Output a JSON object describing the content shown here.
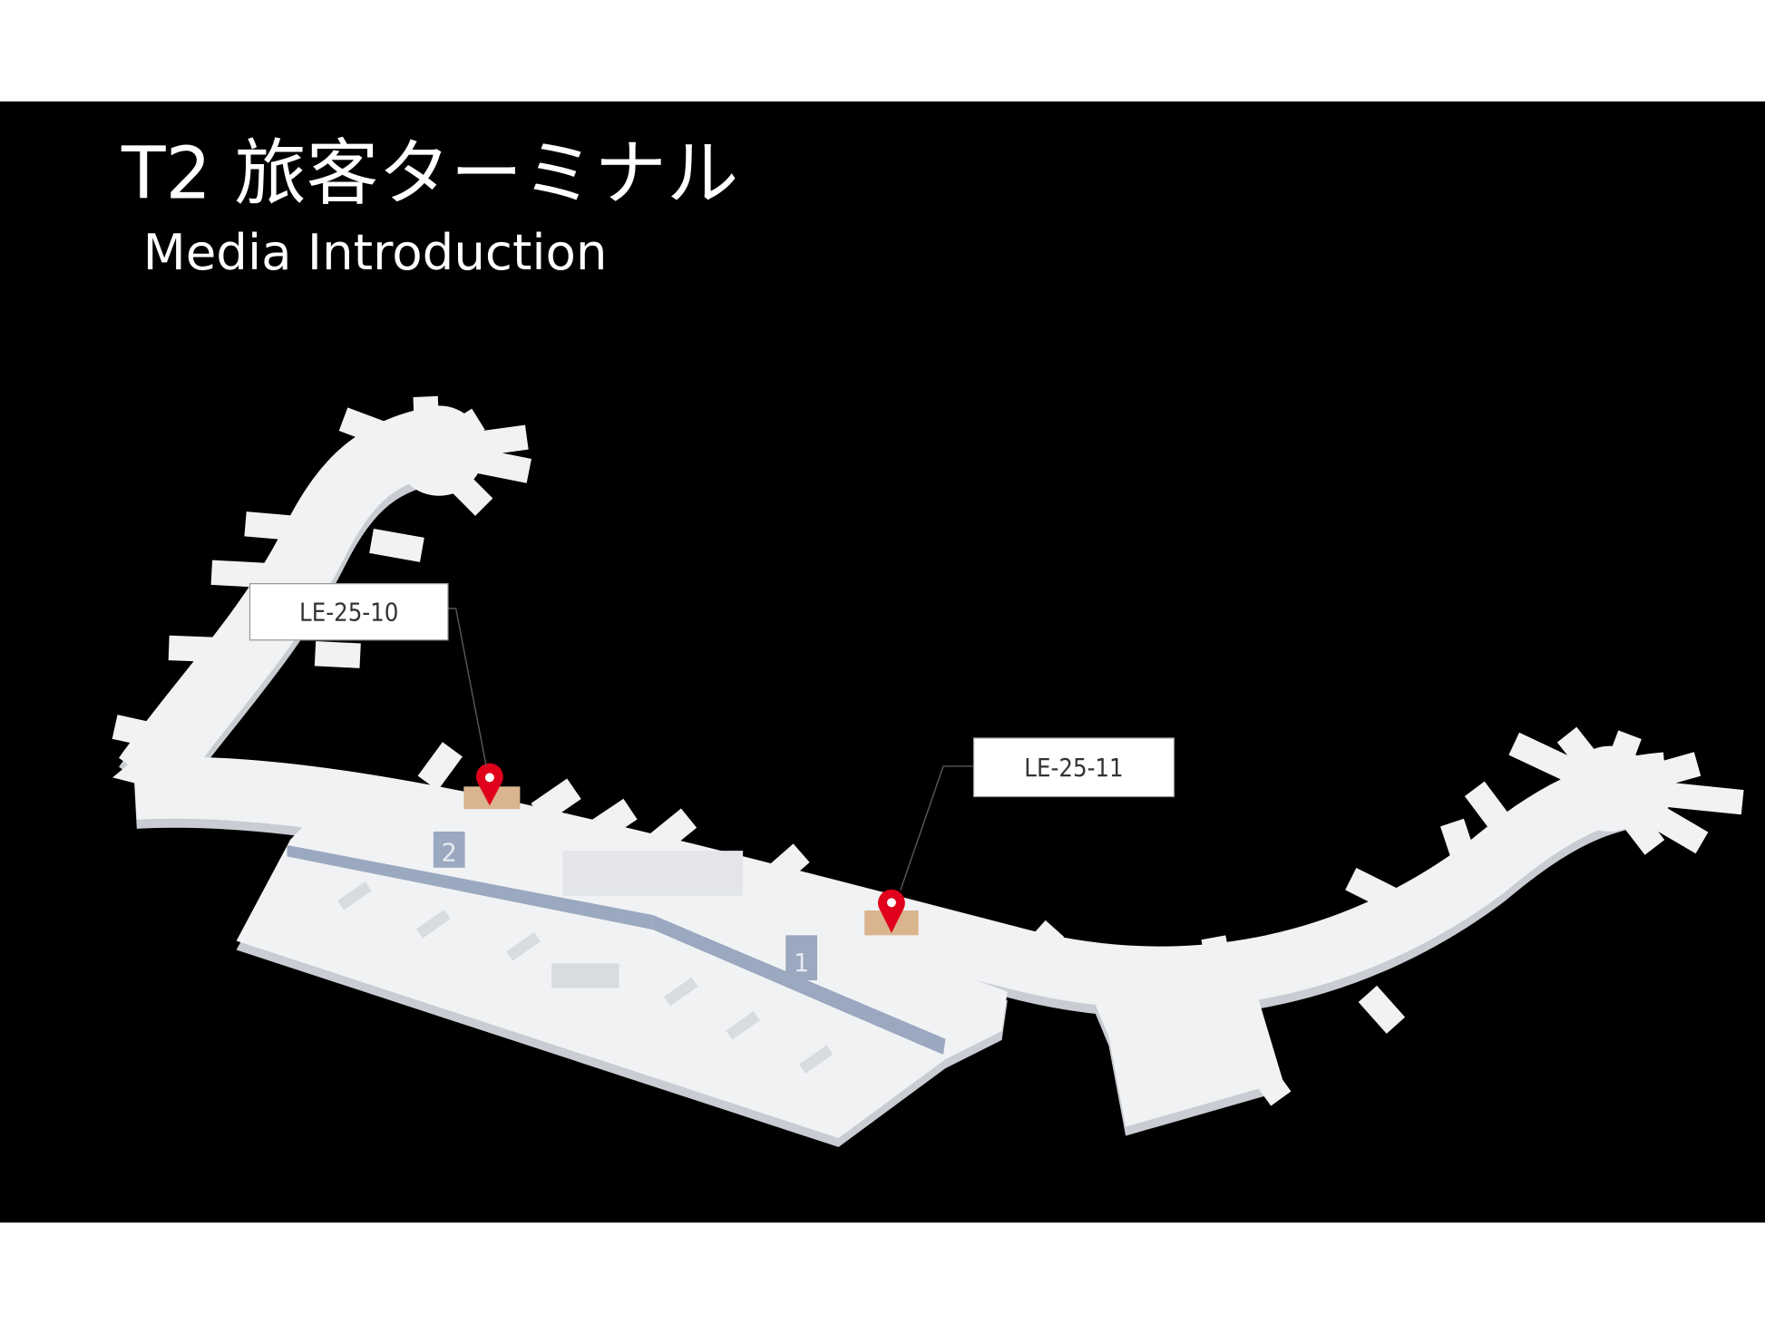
{
  "slide": {
    "title": "T2 旅客ターミナル",
    "subtitle": "Media Introduction"
  },
  "map": {
    "callouts": [
      {
        "label": "LE-25-10"
      },
      {
        "label": "LE-25-11"
      }
    ],
    "zone_numbers": [
      "2",
      "1"
    ],
    "colors": {
      "background": "#000000",
      "building": "#f1f2f4",
      "building_edge": "#c9ccd2",
      "belt": "#9aa8c0",
      "pin": "#e0001b",
      "media_spot": "#d9b48f"
    }
  }
}
